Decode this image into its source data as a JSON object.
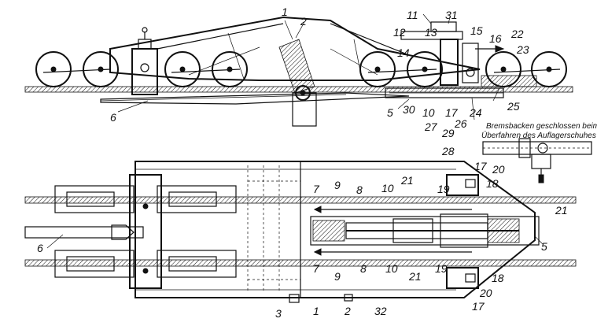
{
  "caption": {
    "line1": "Bremsbacken geschlossen beim",
    "line2": "Überfahren des Auflagerschuhes"
  },
  "labels": {
    "top": [
      "1",
      "2",
      "11",
      "31",
      "12",
      "13",
      "15",
      "14",
      "16",
      "22",
      "23",
      "6",
      "5",
      "30",
      "10",
      "17",
      "24",
      "25",
      "27",
      "29",
      "26"
    ],
    "bottom": [
      "28",
      "17",
      "20",
      "18",
      "7",
      "9",
      "8",
      "10",
      "21",
      "19",
      "21",
      "5",
      "6",
      "7",
      "9",
      "8",
      "10",
      "21",
      "19",
      "18",
      "20",
      "17",
      "3",
      "1",
      "2",
      "32"
    ]
  }
}
